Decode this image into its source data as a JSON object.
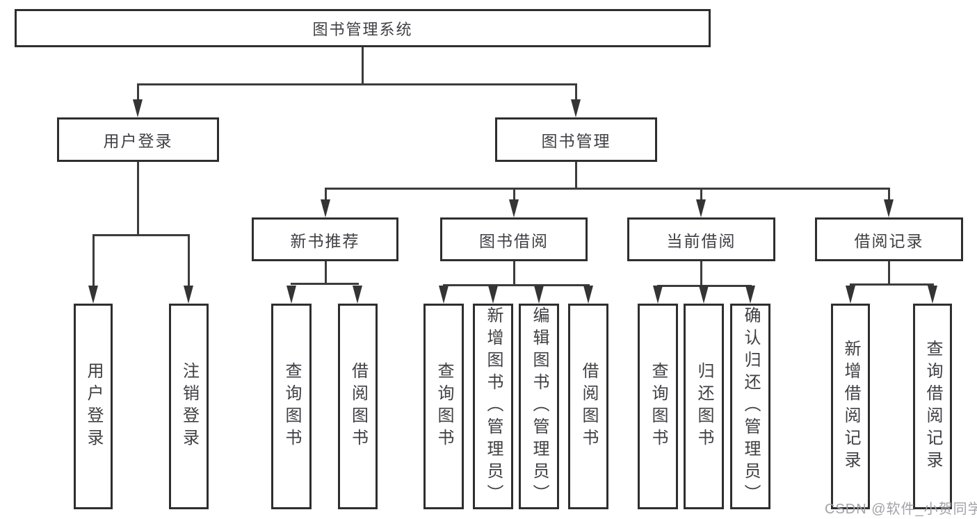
{
  "tree": {
    "root": "图书管理系统",
    "branches": [
      {
        "label": "用户登录",
        "children": [
          "用户登录",
          "注销登录"
        ]
      },
      {
        "label": "图书管理",
        "groups": [
          {
            "label": "新书推荐",
            "children": [
              "查询图书",
              "借阅图书"
            ]
          },
          {
            "label": "图书借阅",
            "children": [
              "查询图书",
              "新增图书（管理员）",
              "编辑图书（管理员）",
              "借阅图书"
            ]
          },
          {
            "label": "当前借阅",
            "children": [
              "查询图书",
              "归还图书",
              "确认归还（管理员）"
            ]
          },
          {
            "label": "借阅记录",
            "children": [
              "新增借阅记录",
              "查询借阅记录"
            ]
          }
        ]
      }
    ]
  },
  "watermark": {
    "text": "CSDN @软件_小贺同学"
  },
  "colors": {
    "box_border": "#2e2e2e",
    "connector_line": "#3c3c3c",
    "text": "#3f3f44",
    "watermark": "#a2a2a8",
    "background": "#ffffff"
  }
}
